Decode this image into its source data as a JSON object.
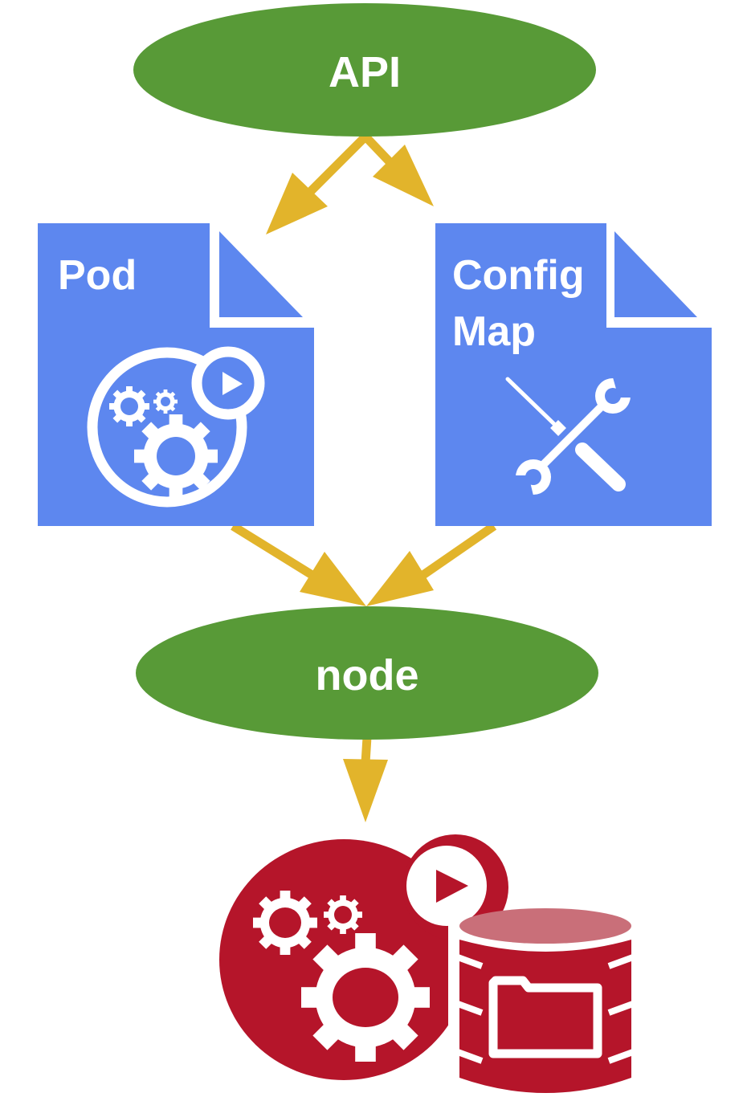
{
  "colors": {
    "ellipse_green": "#589A37",
    "document_blue": "#5D87EF",
    "arrow_gold": "#E2B42B",
    "volume_red": "#B5152A",
    "volume_top": "#C96F79",
    "text": "#FFFFFF"
  },
  "nodes": {
    "api": {
      "label": "API",
      "shape": "ellipse"
    },
    "pod": {
      "label": "Pod",
      "shape": "document",
      "icon": "pod-gears-play-icon"
    },
    "configmap": {
      "label_line1": "Config",
      "label_line2": "Map",
      "shape": "document",
      "icon": "tools-icon"
    },
    "node": {
      "label": "node",
      "shape": "ellipse"
    },
    "pod_volume": {
      "shape": "icon",
      "icon": "pod-with-volume-icon"
    }
  },
  "edges": [
    {
      "from": "api",
      "to": "pod"
    },
    {
      "from": "api",
      "to": "configmap"
    },
    {
      "from": "pod",
      "to": "node"
    },
    {
      "from": "configmap",
      "to": "node"
    },
    {
      "from": "node",
      "to": "pod_volume"
    }
  ]
}
